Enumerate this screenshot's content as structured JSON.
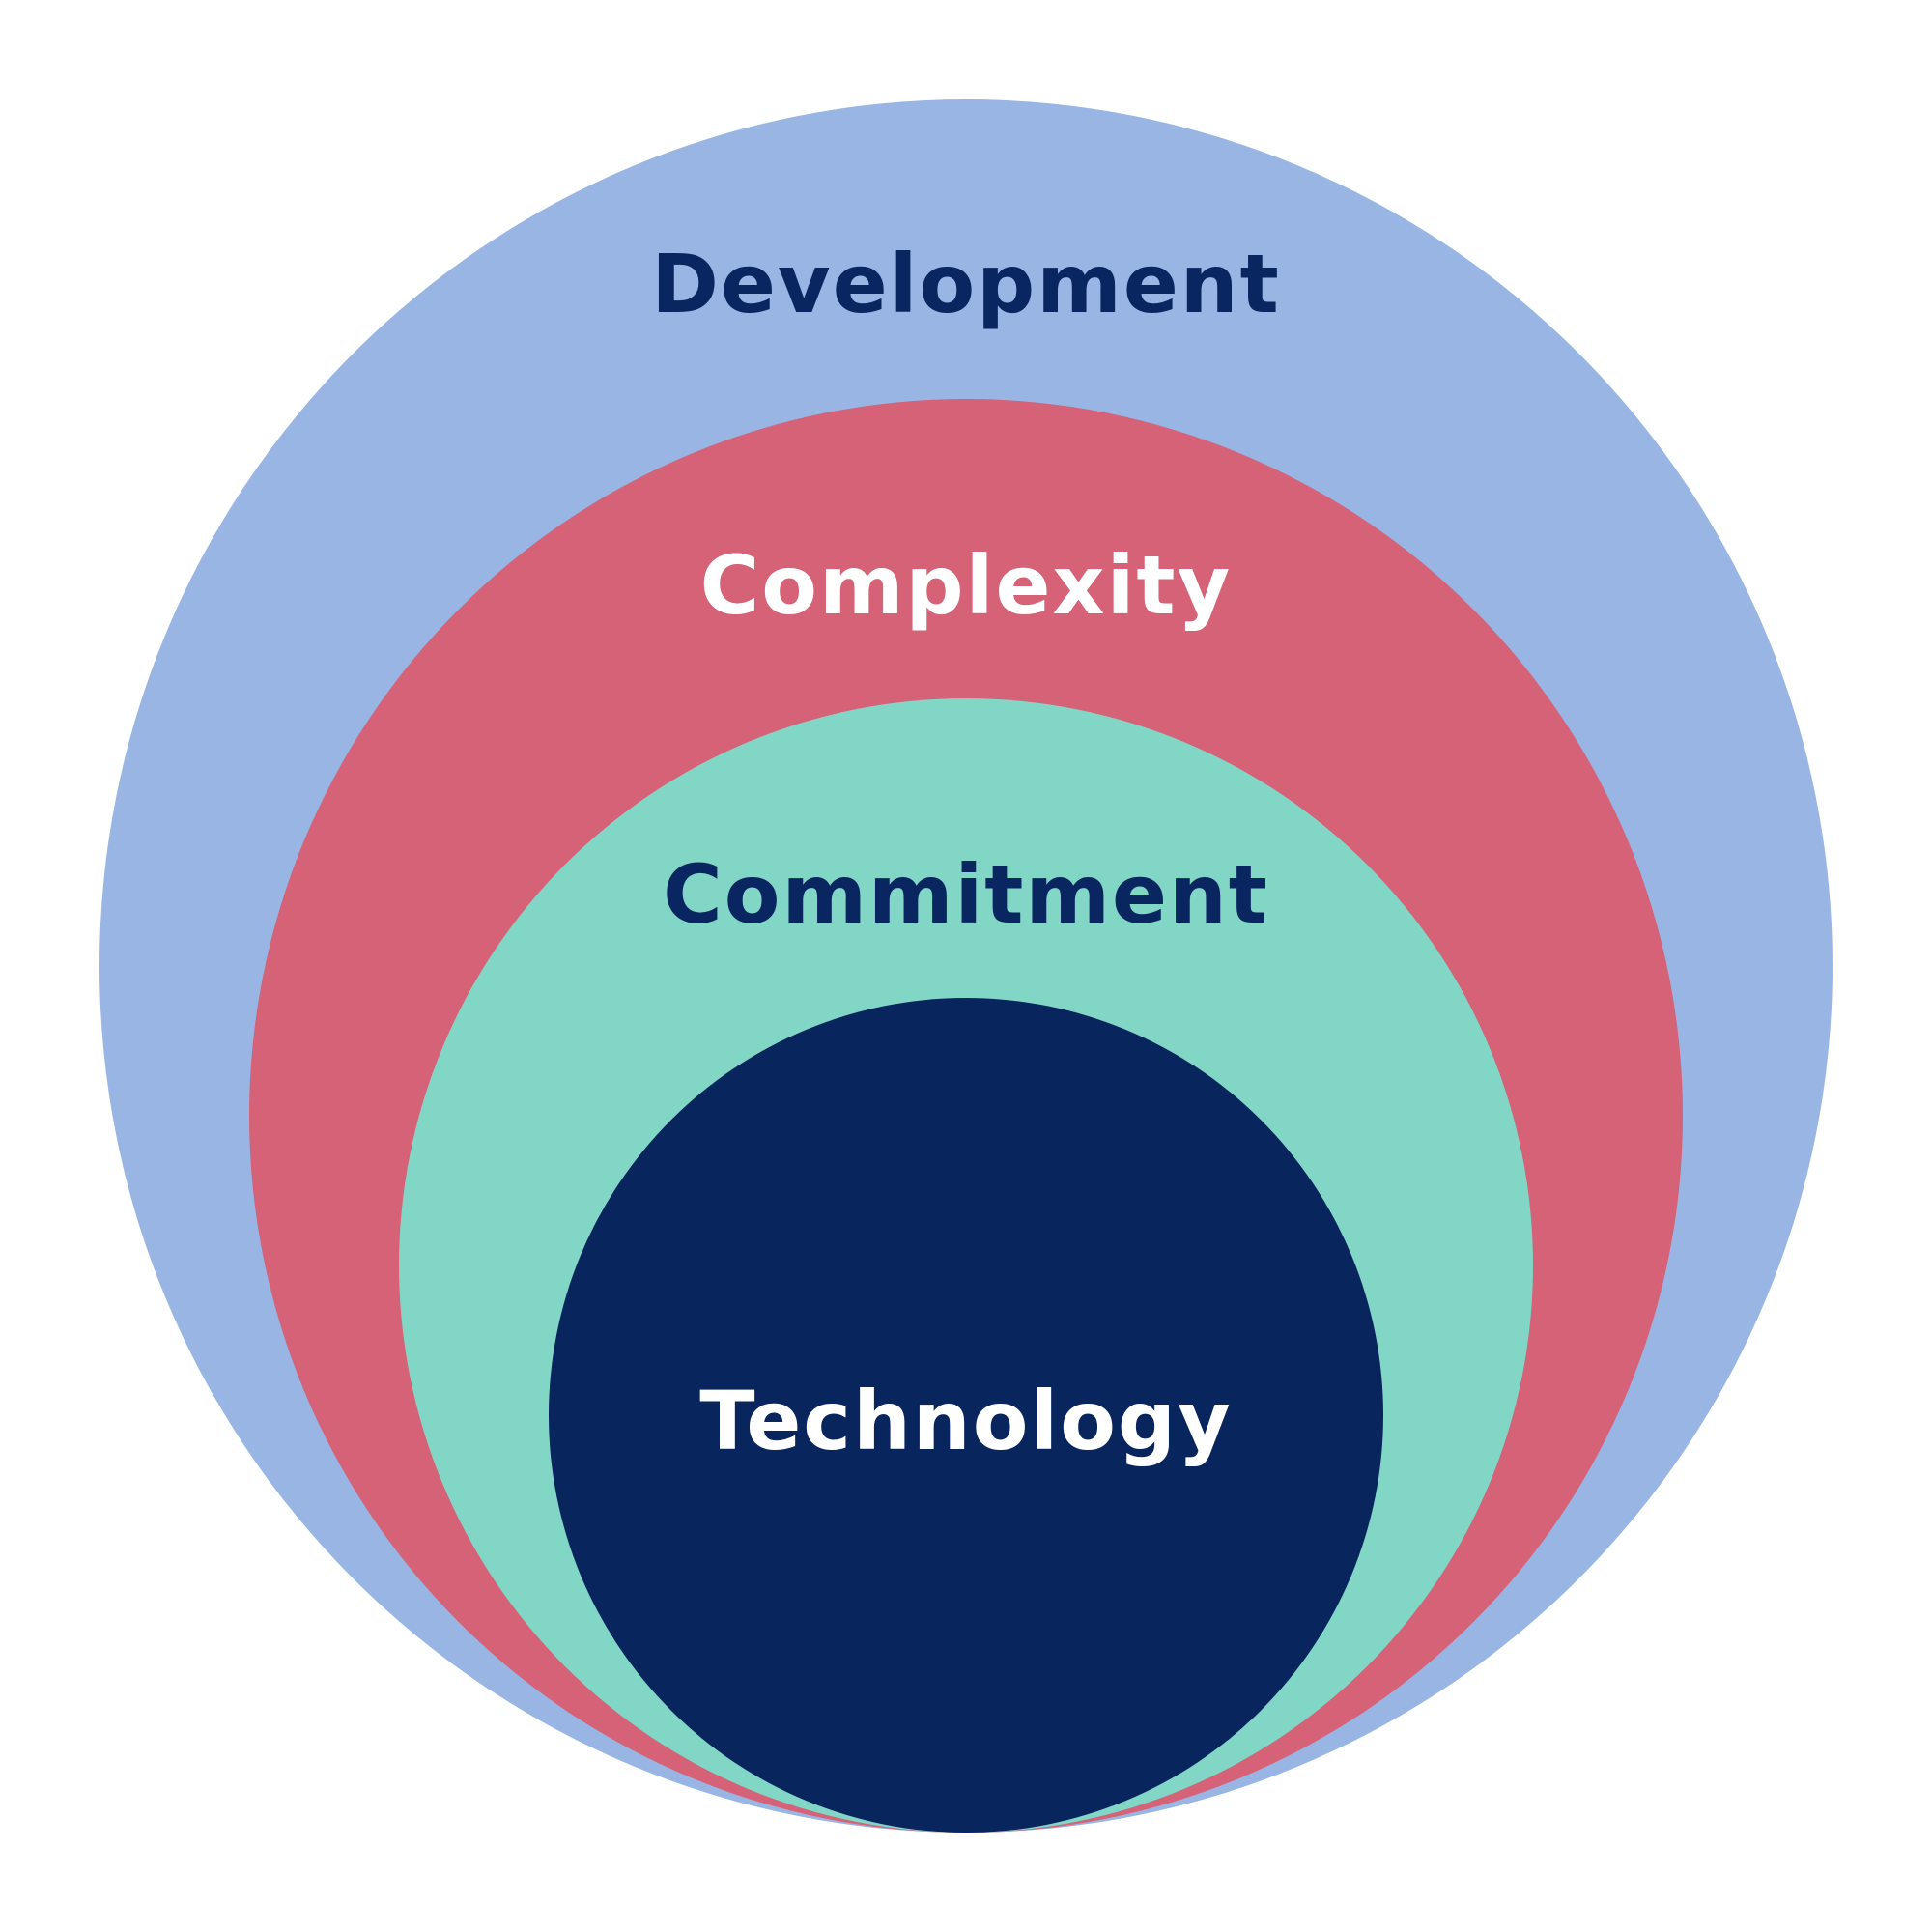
{
  "background": "#ffffff",
  "circles": [
    {
      "id": "development",
      "label": "Development",
      "fill": "#98b5e4",
      "label_color": "#0a2660"
    },
    {
      "id": "complexity",
      "label": "Complexity",
      "fill": "#d56276",
      "label_color": "#ffffff"
    },
    {
      "id": "commitment",
      "label": "Commitment",
      "fill": "#82d6c5",
      "label_color": "#0a2660"
    },
    {
      "id": "technology",
      "label": "Technology",
      "fill": "#08255d",
      "label_color": "#ffffff"
    }
  ]
}
